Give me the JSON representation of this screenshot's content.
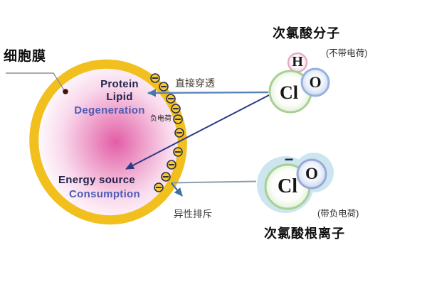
{
  "cell": {
    "membrane_label": "细胞膜",
    "charge_label": "负电荷",
    "membrane_charge_symbol": "⊖",
    "membrane_charge_count": 10,
    "labels": {
      "protein": "Protein",
      "lipid": "Lipid",
      "degeneration": "Degeneration",
      "energy_source": "Energy source",
      "consumption": "Consumption"
    }
  },
  "annotations": {
    "direct_penetration": "直接穿透",
    "repulsion": "异性排斥"
  },
  "molecules": {
    "hocl": {
      "title": "次氯酸分子",
      "note": "(不带电荷)",
      "atom_h": "H",
      "atom_o": "O",
      "atom_cl": "Cl"
    },
    "ocl": {
      "title": "次氯酸根离子",
      "note": "(带负电荷)",
      "atom_cl": "Cl",
      "atom_o": "O",
      "minus": "−"
    }
  },
  "colors": {
    "membrane_yellow": "#f2c01e",
    "cell_core_pink": "#e25da7",
    "cl_ring_green": "#a8d094",
    "o_ring_blue": "#97b2e0",
    "h_ring_pink": "#dfa9c4",
    "ion_halo_blue": "#cde5ef",
    "penetration_arrow": "#5b84b8",
    "degeneration_arrow": "#2e3a85",
    "repulsion_arrow": "#3a6fa8",
    "text_navy": "#23234c",
    "text_blue": "#4d5cb5"
  }
}
